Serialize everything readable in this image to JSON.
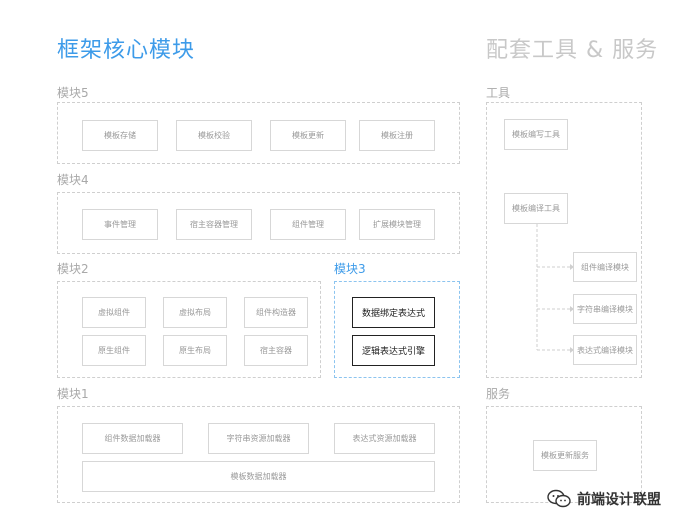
{
  "title_main": "框架核心模块",
  "title_side": "配套工具 & 服务",
  "module5": {
    "label": "模块5",
    "items": [
      "模板存储",
      "模板校验",
      "模板更新",
      "模板注册"
    ]
  },
  "module4": {
    "label": "模块4",
    "items": [
      "事件管理",
      "宿主容器管理",
      "组件管理",
      "扩展模块管理"
    ]
  },
  "module2": {
    "label": "模块2",
    "items": [
      "虚拟组件",
      "虚拟布局",
      "组件构造器",
      "原生组件",
      "原生布局",
      "宿主容器"
    ]
  },
  "module3": {
    "label": "模块3",
    "items": [
      "数据绑定表达式",
      "逻辑表达式引擎"
    ]
  },
  "module1": {
    "label": "模块1",
    "items": [
      "组件数据加载器",
      "字符串资源加载器",
      "表达式资源加载器",
      "模板数据加载器"
    ]
  },
  "tools": {
    "label": "工具",
    "items": [
      "模板编写工具",
      "模板编译工具",
      "组件编译模块",
      "字符串编译模块",
      "表达式编译模块"
    ]
  },
  "services": {
    "label": "服务",
    "items": [
      "模板更新服务"
    ]
  },
  "watermark": "前端设计联盟",
  "colors": {
    "accent": "#3d9be9",
    "muted": "#c8c8c8",
    "border": "#cfcfcf",
    "dark": "#222222"
  }
}
